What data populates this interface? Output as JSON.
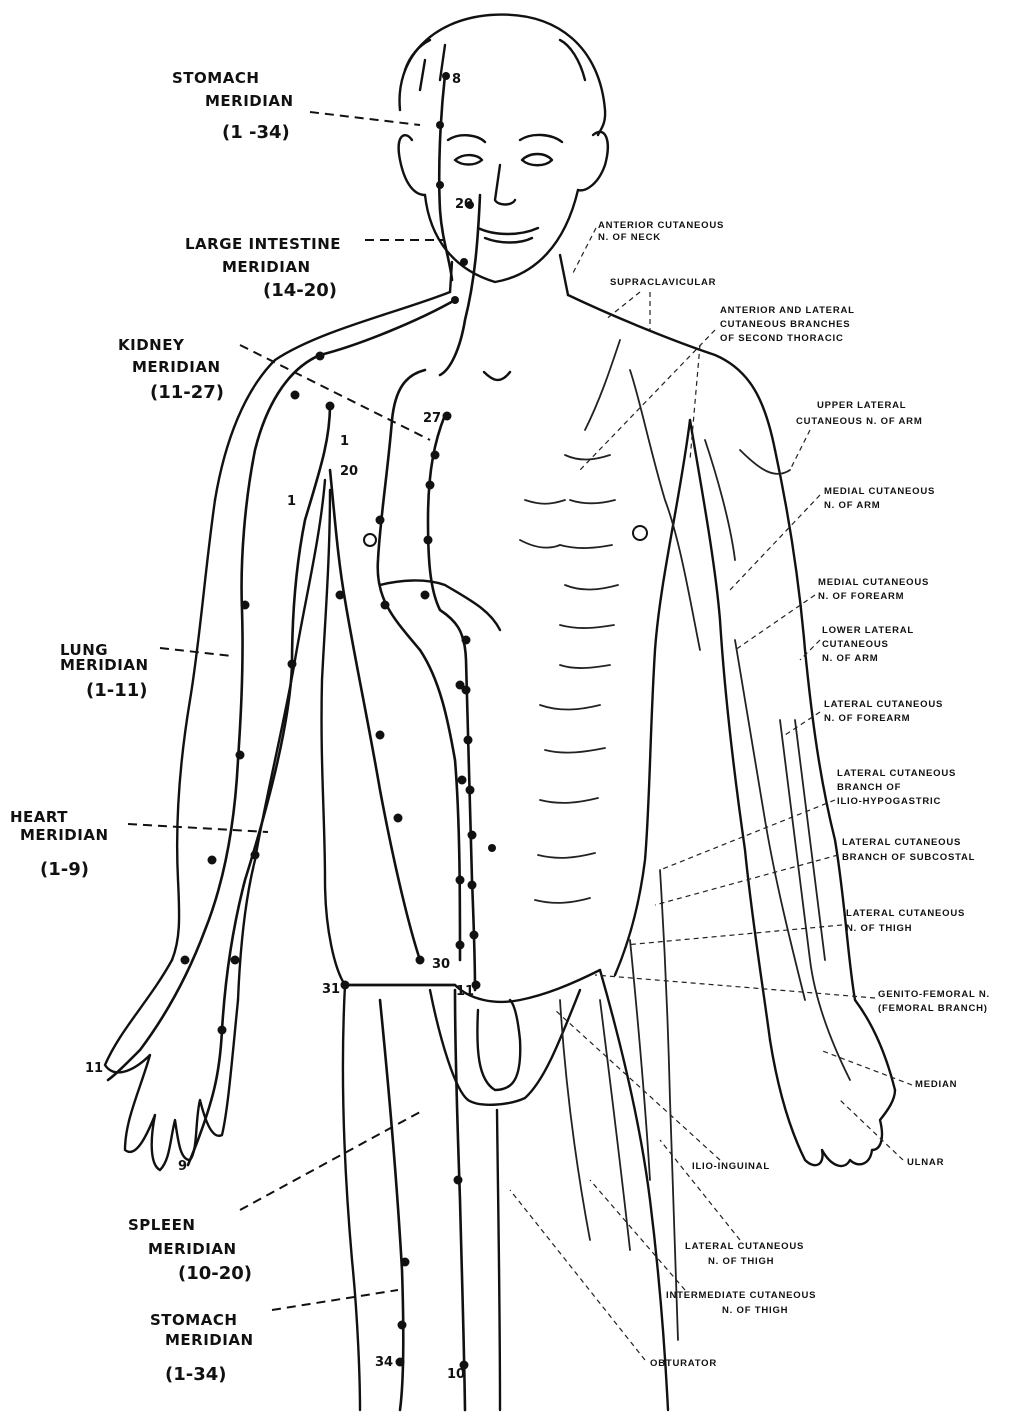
{
  "meridian_labels": {
    "stomach_top": {
      "line1": "STOMACH",
      "line2": "MERIDIAN",
      "range": "(1 -34)"
    },
    "large_intestine": {
      "line1": "LARGE INTESTINE",
      "line2": "MERIDIAN",
      "range": "(14-20)"
    },
    "kidney": {
      "line1": "KIDNEY",
      "line2": "MERIDIAN",
      "range": "(11-27)"
    },
    "lung": {
      "line1": "LUNG",
      "line2": "MERIDIAN",
      "range": "(1-11)"
    },
    "heart": {
      "line1": "HEART",
      "line2": "MERIDIAN",
      "range": "(1-9)"
    },
    "spleen": {
      "line1": "SPLEEN",
      "line2": "MERIDIAN",
      "range": "(10-20)"
    },
    "stomach_bottom": {
      "line1": "STOMACH",
      "line2": "MERIDIAN",
      "range": "(1-34)"
    }
  },
  "nerve_labels": {
    "ant_cut_neck": [
      "ANTERIOR CUTANEOUS",
      "N. OF NECK"
    ],
    "supraclavicular": [
      "SUPRACLAVICULAR"
    ],
    "ant_lat_thoracic": [
      "ANTERIOR AND LATERAL",
      "CUTANEOUS BRANCHES",
      "OF SECOND THORACIC"
    ],
    "upper_lat_arm": [
      "UPPER LATERAL",
      "CUTANEOUS N. OF ARM"
    ],
    "medial_arm": [
      "MEDIAL CUTANEOUS",
      "N. OF ARM"
    ],
    "medial_forearm": [
      "MEDIAL CUTANEOUS",
      "N. OF FOREARM"
    ],
    "lower_lat_arm": [
      "LOWER LATERAL",
      "CUTANEOUS",
      "N. OF ARM"
    ],
    "lat_forearm": [
      "LATERAL CUTANEOUS",
      "N. OF FOREARM"
    ],
    "ilio_hypogastric": [
      "LATERAL CUTANEOUS",
      "BRANCH OF",
      "ILIO-HYPOGASTRIC"
    ],
    "subcostal": [
      "LATERAL CUTANEOUS",
      "BRANCH OF SUBCOSTAL"
    ],
    "lat_thigh_upper": [
      "LATERAL CUTANEOUS",
      "N. OF THIGH"
    ],
    "genito_femoral": [
      "GENITO-FEMORAL N.",
      "(FEMORAL BRANCH)"
    ],
    "median": [
      "MEDIAN"
    ],
    "ulnar": [
      "ULNAR"
    ],
    "ilio_inguinal": [
      "ILIO-INGUINAL"
    ],
    "lat_thigh_lower": [
      "LATERAL CUTANEOUS",
      "N. OF THIGH"
    ],
    "intermediate_thigh": [
      "INTERMEDIATE CUTANEOUS",
      "N. OF THIGH"
    ],
    "obturator": [
      "OBTURATOR"
    ]
  },
  "point_numbers": {
    "p8": "8",
    "p20head": "20",
    "p27": "27",
    "p1": "1",
    "p20": "20",
    "p1b": "1",
    "p11hand": "11",
    "p9": "9",
    "p31": "31",
    "p30": "30",
    "p11": "11",
    "p34": "34",
    "p10": "10"
  }
}
